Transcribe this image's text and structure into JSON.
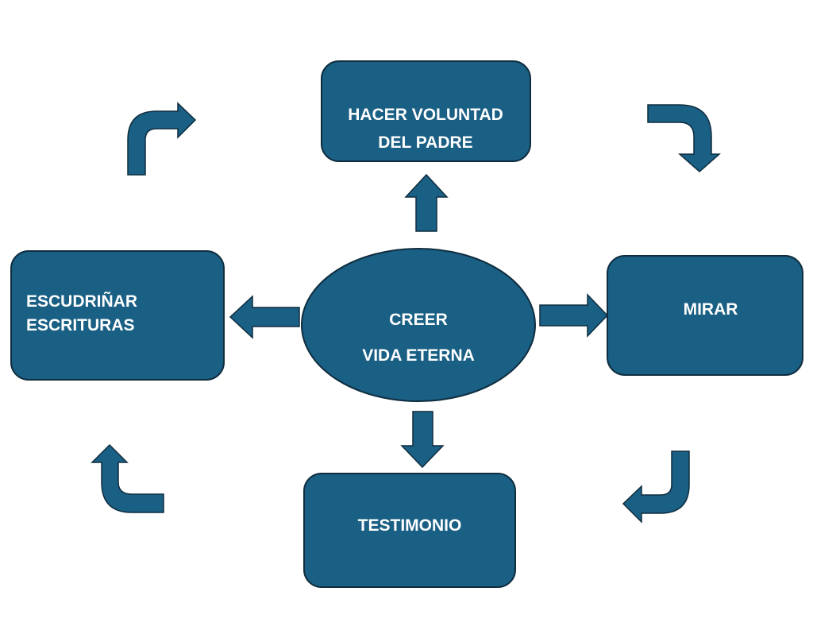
{
  "colors": {
    "node_fill": "#1a5f84",
    "node_stroke": "#0f2d3f",
    "text": "#ffffff",
    "background": "#ffffff"
  },
  "center": {
    "line1": "CREER",
    "line2": "VIDA ETERNA"
  },
  "top": {
    "line1": "HACER VOLUNTAD",
    "line2": "DEL PADRE"
  },
  "right": {
    "label": "MIRAR"
  },
  "bottom": {
    "label": "TESTIMONIO"
  },
  "left": {
    "line1": "ESCUDRIÑAR",
    "line2": "ESCRITURAS"
  }
}
